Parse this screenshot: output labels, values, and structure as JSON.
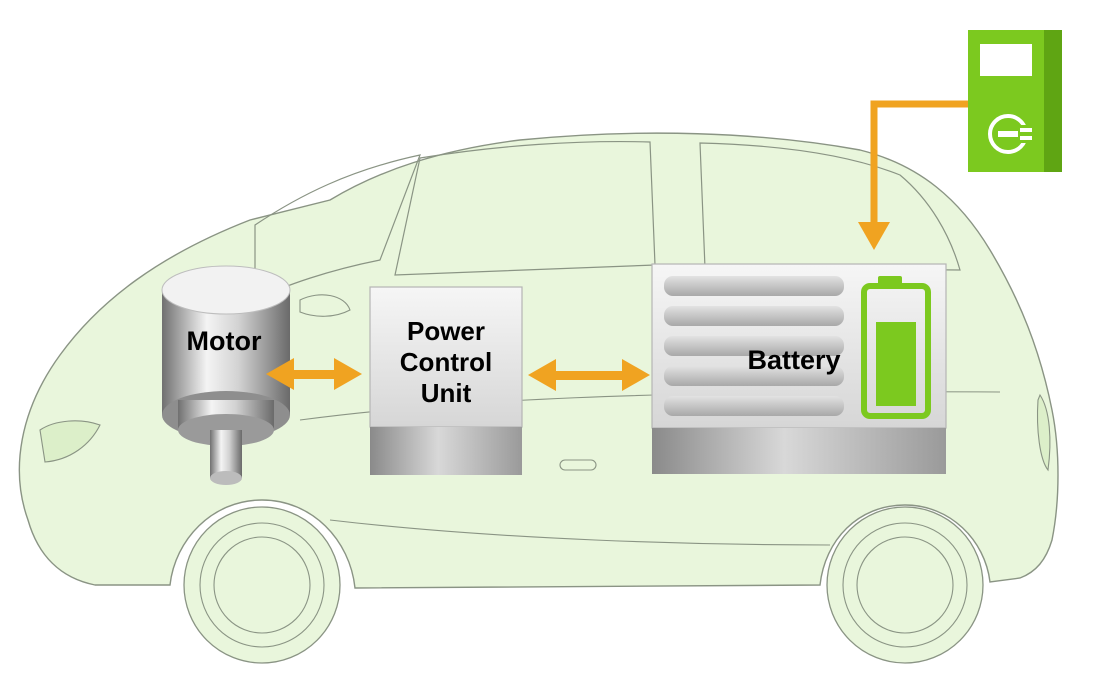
{
  "labels": {
    "motor": "Motor",
    "pcu_line1": "Power",
    "pcu_line2": "Control",
    "pcu_line3": "Unit",
    "battery": "Battery"
  },
  "icons": {
    "charger": "ev-charger-plug-icon",
    "battery_level": "battery-level-icon"
  },
  "colors": {
    "car_fill": "#e9f6dc",
    "car_outline": "#8a9484",
    "arrow": "#f0a321",
    "charger": "#7cc91f",
    "battery_icon": "#7cc91f"
  }
}
